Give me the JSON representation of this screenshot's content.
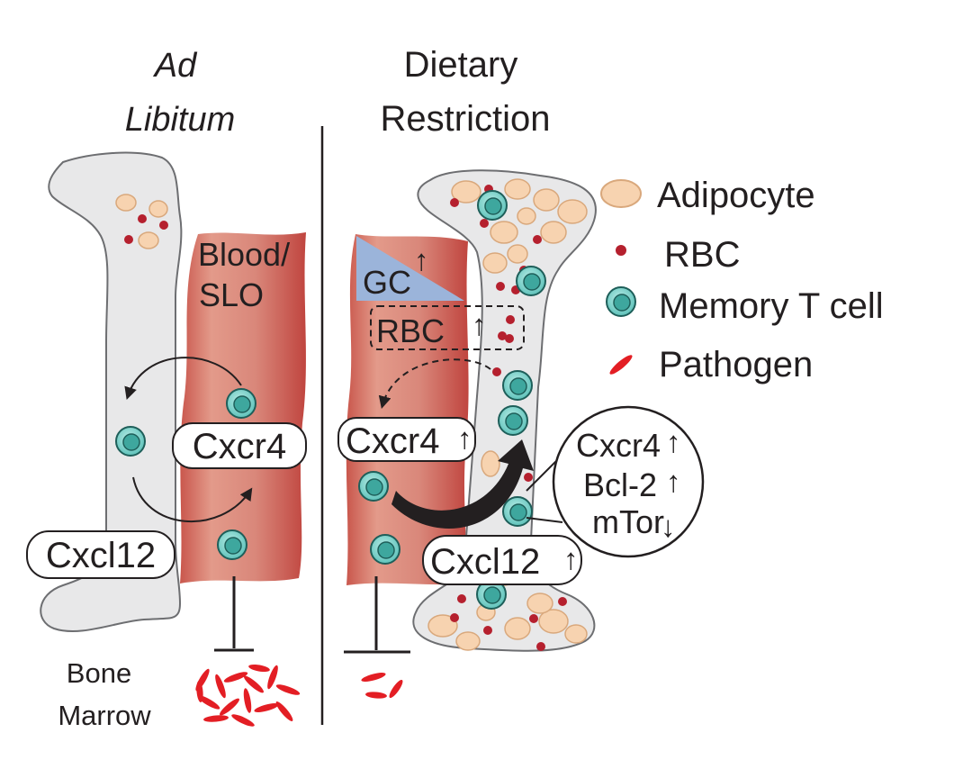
{
  "headings": {
    "ad_libitum_line1": "Ad",
    "ad_libitum_line2": "Libitum",
    "dietary_line1": "Dietary",
    "dietary_line2": "Restriction"
  },
  "left": {
    "blood_line1": "Blood/",
    "blood_line2": "SLO",
    "cxcr4": "Cxcr4",
    "cxcl12": "Cxcl12",
    "bone_line1": "Bone",
    "bone_line2": "Marrow"
  },
  "right": {
    "gc": "GC",
    "rbc": "RBC",
    "cxcr4": "Cxcr4",
    "cxcl12": "Cxcl12",
    "callout_cxcr4": "Cxcr4",
    "callout_bcl2": "Bcl-2",
    "callout_mtor": "mTor"
  },
  "arrows": {
    "up": "↑",
    "down": "↓"
  },
  "legend": [
    {
      "label": "Adipocyte",
      "icon": "adipocyte-icon"
    },
    {
      "label": "RBC",
      "icon": "rbc-icon"
    },
    {
      "label": "Memory T cell",
      "icon": "memory-t-cell-icon"
    },
    {
      "label": "Pathogen",
      "icon": "pathogen-icon"
    }
  ],
  "colors": {
    "bone_fill": "#e8e8e9",
    "bone_stroke": "#6d6e71",
    "vessel": "#d77f70",
    "vessel_dark": "#c4534a",
    "gc_blue": "#9bb4da",
    "adipocyte": "#f7d3b0",
    "rbc": "#b5202e",
    "t_cell": "#76cfc8",
    "pathogen": "#e31e24"
  }
}
